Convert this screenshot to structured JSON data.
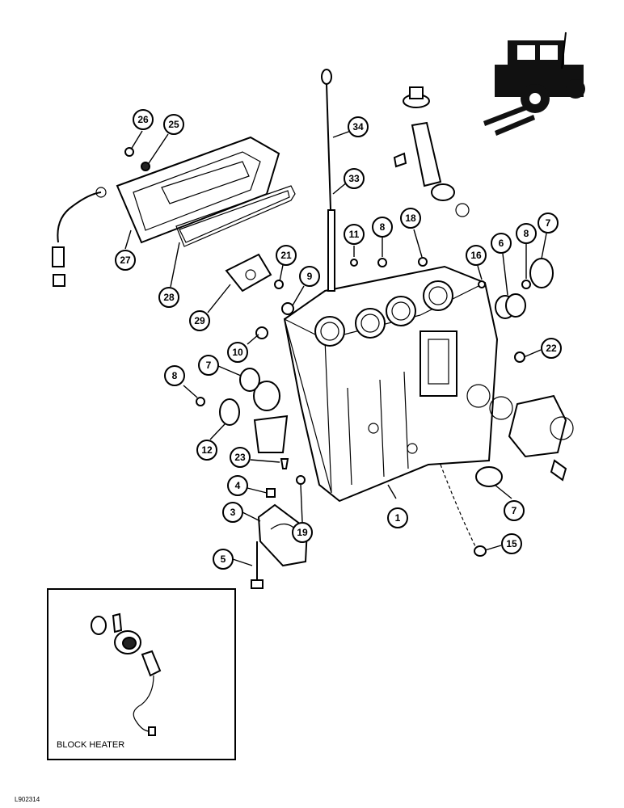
{
  "callouts": [
    {
      "id": "c1",
      "label": "1"
    },
    {
      "id": "c3",
      "label": "3"
    },
    {
      "id": "c4",
      "label": "4"
    },
    {
      "id": "c5",
      "label": "5"
    },
    {
      "id": "c6",
      "label": "6"
    },
    {
      "id": "c7a",
      "label": "7"
    },
    {
      "id": "c7b",
      "label": "7"
    },
    {
      "id": "c7c",
      "label": "7"
    },
    {
      "id": "c8a",
      "label": "8"
    },
    {
      "id": "c8b",
      "label": "8"
    },
    {
      "id": "c8c",
      "label": "8"
    },
    {
      "id": "c9",
      "label": "9"
    },
    {
      "id": "c10",
      "label": "10"
    },
    {
      "id": "c11",
      "label": "11"
    },
    {
      "id": "c12",
      "label": "12"
    },
    {
      "id": "c15",
      "label": "15"
    },
    {
      "id": "c16",
      "label": "16"
    },
    {
      "id": "c18",
      "label": "18"
    },
    {
      "id": "c19",
      "label": "19"
    },
    {
      "id": "c21",
      "label": "21"
    },
    {
      "id": "c22",
      "label": "22"
    },
    {
      "id": "c23",
      "label": "23"
    },
    {
      "id": "c25",
      "label": "25"
    },
    {
      "id": "c26",
      "label": "26"
    },
    {
      "id": "c27",
      "label": "27"
    },
    {
      "id": "c28",
      "label": "28"
    },
    {
      "id": "c29",
      "label": "29"
    },
    {
      "id": "c33",
      "label": "33"
    },
    {
      "id": "c34",
      "label": "34"
    }
  ],
  "inset": {
    "label": "BLOCK HEATER"
  },
  "figure_code": "L902314"
}
